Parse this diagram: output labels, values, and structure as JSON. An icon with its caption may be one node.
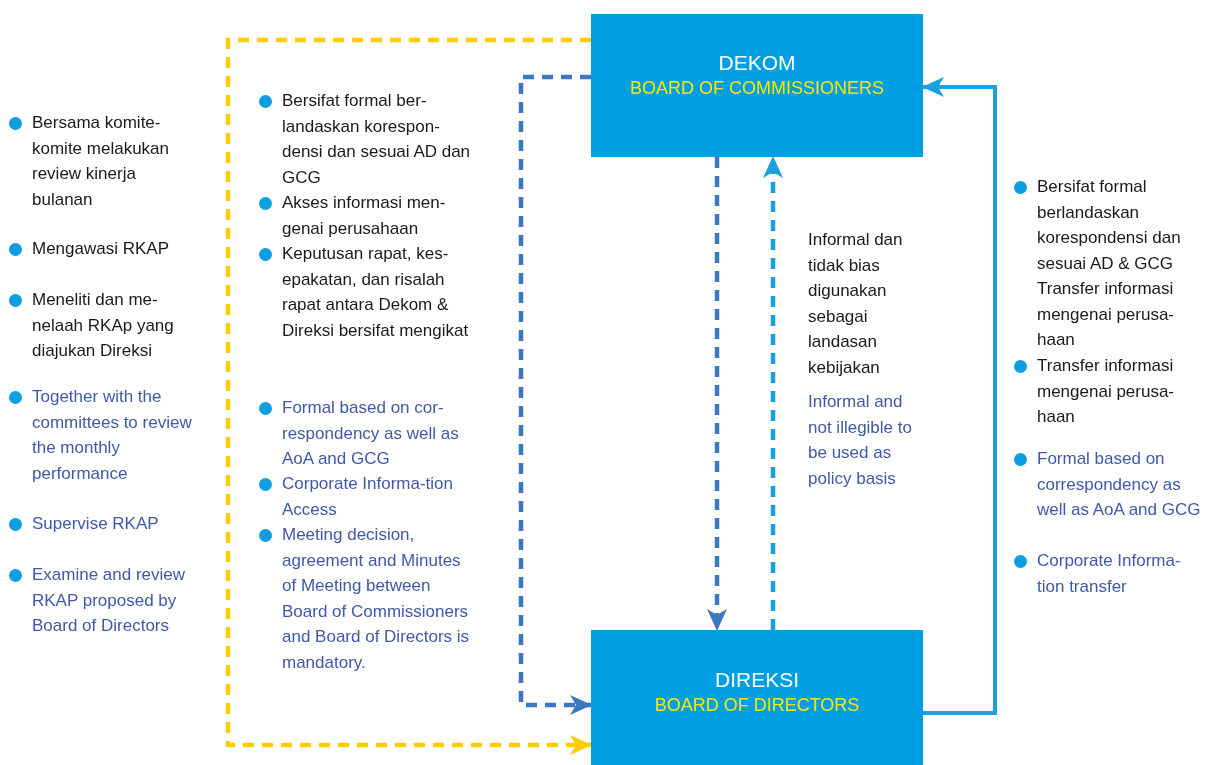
{
  "diagram": {
    "nodes": [
      {
        "text": [
          "DEKOM",
          "BOARD OF COMMISSIONERS"
        ]
      },
      {
        "text": [
          "DIREKSI",
          "BOARD OF DIRECTORS"
        ]
      }
    ],
    "edges": [
      {
        "from": 0,
        "to": 1,
        "arrow": "to",
        "style": "dashed",
        "color": "#ffcc00"
      },
      {
        "from": 0,
        "to": 1,
        "arrow": "to",
        "style": "dashed",
        "color": "#3b78c0"
      },
      {
        "from": 0,
        "to": 1,
        "arrow": "to",
        "style": "dashed",
        "color": "#3b78c0"
      },
      {
        "from": 1,
        "to": 0,
        "arrow": "to",
        "style": "dashed"
      },
      {
        "from": 1,
        "to": 0,
        "arrow": "to"
      }
    ],
    "labels": [
      "Bersama komite-komite melakukan review kinerja bulanan",
      "Mengawasi RKAP",
      "Meneliti dan me-nelaah RKAp yang diajukan Direksi",
      "Together with the committees to review the monthly performance",
      "Supervise RKAP",
      "Examine and review RKAP proposed by Board of Directors",
      "Bersifat formal ber-landaskan korespon-densi dan sesuai AD dan GCG",
      "Akses informasi men-genai perusahaan",
      "Keputusan rapat, kes-epakatan, dan risalah rapat antara Dekom & Direksi bersifat mengikat",
      "Formal based on cor-respondency as well as AoA and GCG",
      "Corporate Informa-tion Access",
      "Meeting decision, agreement and Minutes of Meeting between Board of Commissioners and Board of Directors is mandatory.",
      "Informal dan tidak bias digunakan sebagai landasan kebijakan",
      "Informal and not illegible to be used as policy basis",
      "Bersifat formal berlandaskan korespondensi dan sesuai AD & GCG Transfer informasi mengenai perusa-haan",
      "Transfer informasi mengenai perusa-haan",
      "Formal based on correspondency as well as AoA and GCG",
      "Corporate Informa-tion transfer"
    ]
  }
}
